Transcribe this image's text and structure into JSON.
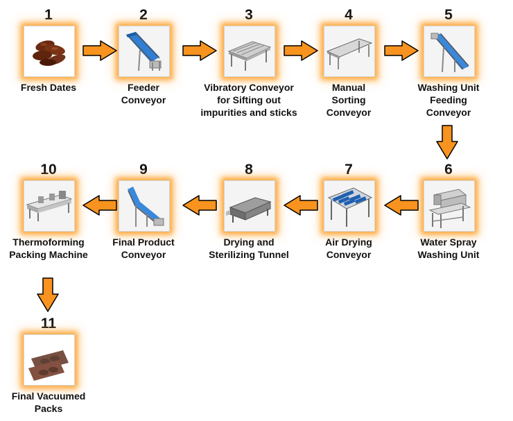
{
  "steps": [
    {
      "num": "1",
      "label": [
        "Fresh Dates"
      ],
      "icon": "dates-photo"
    },
    {
      "num": "2",
      "label": [
        "Feeder",
        "Conveyor"
      ],
      "icon": "feeder-conveyor-image"
    },
    {
      "num": "3",
      "label": [
        "Vibratory Conveyor",
        "for Sifting out",
        "impurities and sticks"
      ],
      "icon": "vibratory-conveyor-image"
    },
    {
      "num": "4",
      "label": [
        "Manual",
        "Sorting",
        "Conveyor"
      ],
      "icon": "sorting-conveyor-image"
    },
    {
      "num": "5",
      "label": [
        "Washing Unit",
        "Feeding",
        "Conveyor"
      ],
      "icon": "incline-conveyor-image"
    },
    {
      "num": "6",
      "label": [
        "Water Spray",
        "Washing Unit"
      ],
      "icon": "washing-unit-image"
    },
    {
      "num": "7",
      "label": [
        "Air Drying",
        "Conveyor"
      ],
      "icon": "air-drying-conveyor-image"
    },
    {
      "num": "8",
      "label": [
        "Drying and",
        "Sterilizing Tunnel"
      ],
      "icon": "drying-tunnel-image"
    },
    {
      "num": "9",
      "label": [
        "Final Product",
        "Conveyor"
      ],
      "icon": "final-product-conveyor-image"
    },
    {
      "num": "10",
      "label": [
        "Thermoforming",
        "Packing Machine"
      ],
      "icon": "thermoforming-machine-image"
    },
    {
      "num": "11",
      "label": [
        "Final Vacuumed",
        "Packs"
      ],
      "icon": "vacuum-packs-photo"
    }
  ],
  "colors": {
    "arrow": "#f7931e",
    "arrow_outline": "#000000",
    "glow": "#ffa028"
  }
}
